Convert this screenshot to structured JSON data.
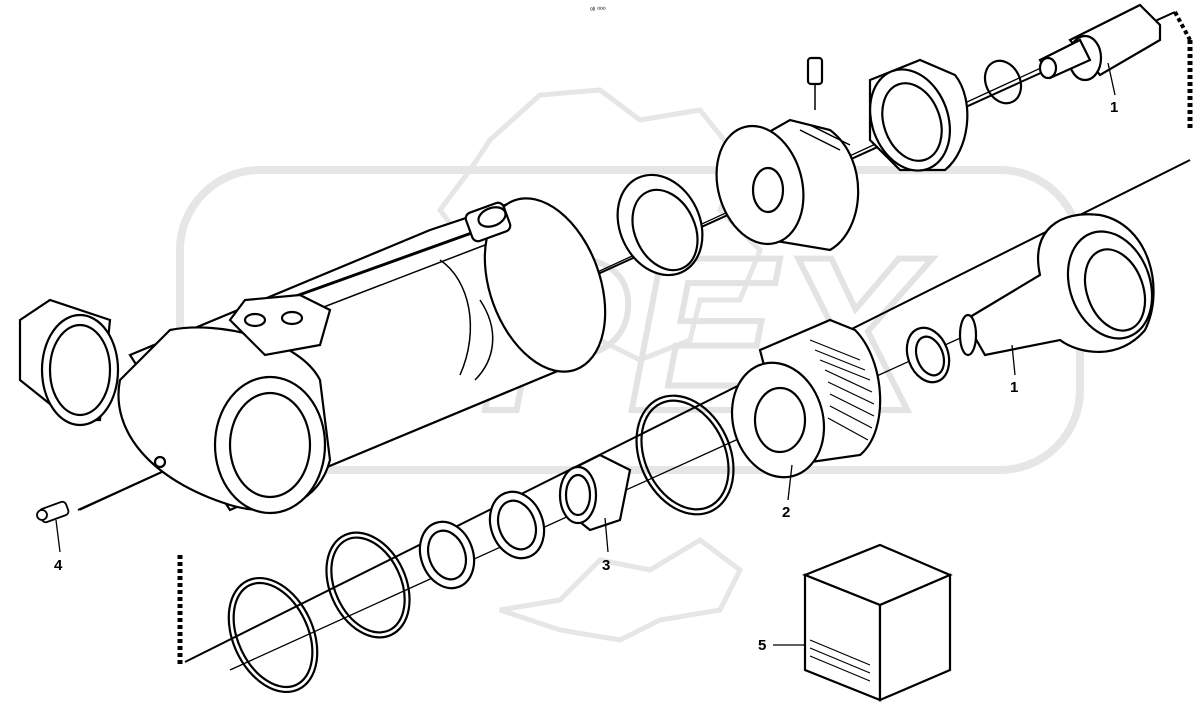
{
  "header": {
    "code": "ᵒᵇ ⁰⁰⁰"
  },
  "watermark": {
    "text": "OPEX",
    "color": "#e9e9e9"
  },
  "callouts": [
    {
      "id": "callout-1-top",
      "text": "1"
    },
    {
      "id": "callout-1-rod",
      "text": "1"
    },
    {
      "id": "callout-2",
      "text": "2"
    },
    {
      "id": "callout-3",
      "text": "3"
    },
    {
      "id": "callout-4",
      "text": "4"
    },
    {
      "id": "callout-5",
      "text": "5"
    }
  ]
}
